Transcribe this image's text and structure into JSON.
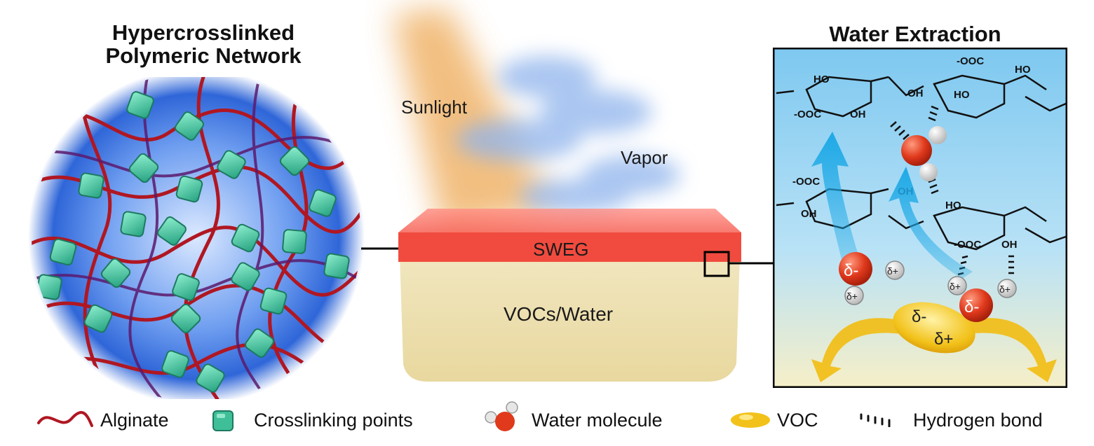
{
  "network_panel": {
    "title_line1": "Hypercrosslinked",
    "title_line2": "Polymeric Network"
  },
  "center_panel": {
    "sunlight_label": "Sunlight",
    "vapor_label": "Vapor",
    "sweg_label": "SWEG",
    "liquid_label": "VOCs/Water"
  },
  "extraction_panel": {
    "title": "Water Extraction",
    "sugar_labels": [
      "HO",
      "OH",
      "-OOC",
      "OH",
      "HO",
      "-OOC",
      "HO",
      "OH",
      "-OOC",
      "OH",
      "HO",
      "-OOC",
      "OH"
    ],
    "charges": {
      "delta_minus": "δ-",
      "delta_plus": "δ+"
    }
  },
  "legend": {
    "alginate": "Alginate",
    "crosslinking": "Crosslinking points",
    "water": "Water molecule",
    "voc": "VOC",
    "hbond": "Hydrogen bond"
  },
  "colors": {
    "alginate_red": "#b01722",
    "crosslink_green": "#3fbf98",
    "sweg_red": "#f04b3e",
    "liquid_yellow": "#e9d9a0",
    "sky_blue": "#8fd0f2",
    "arrow_blue": "#1ea9e6",
    "voc_yellow": "#f2c21a",
    "water_red": "#e0391c"
  }
}
